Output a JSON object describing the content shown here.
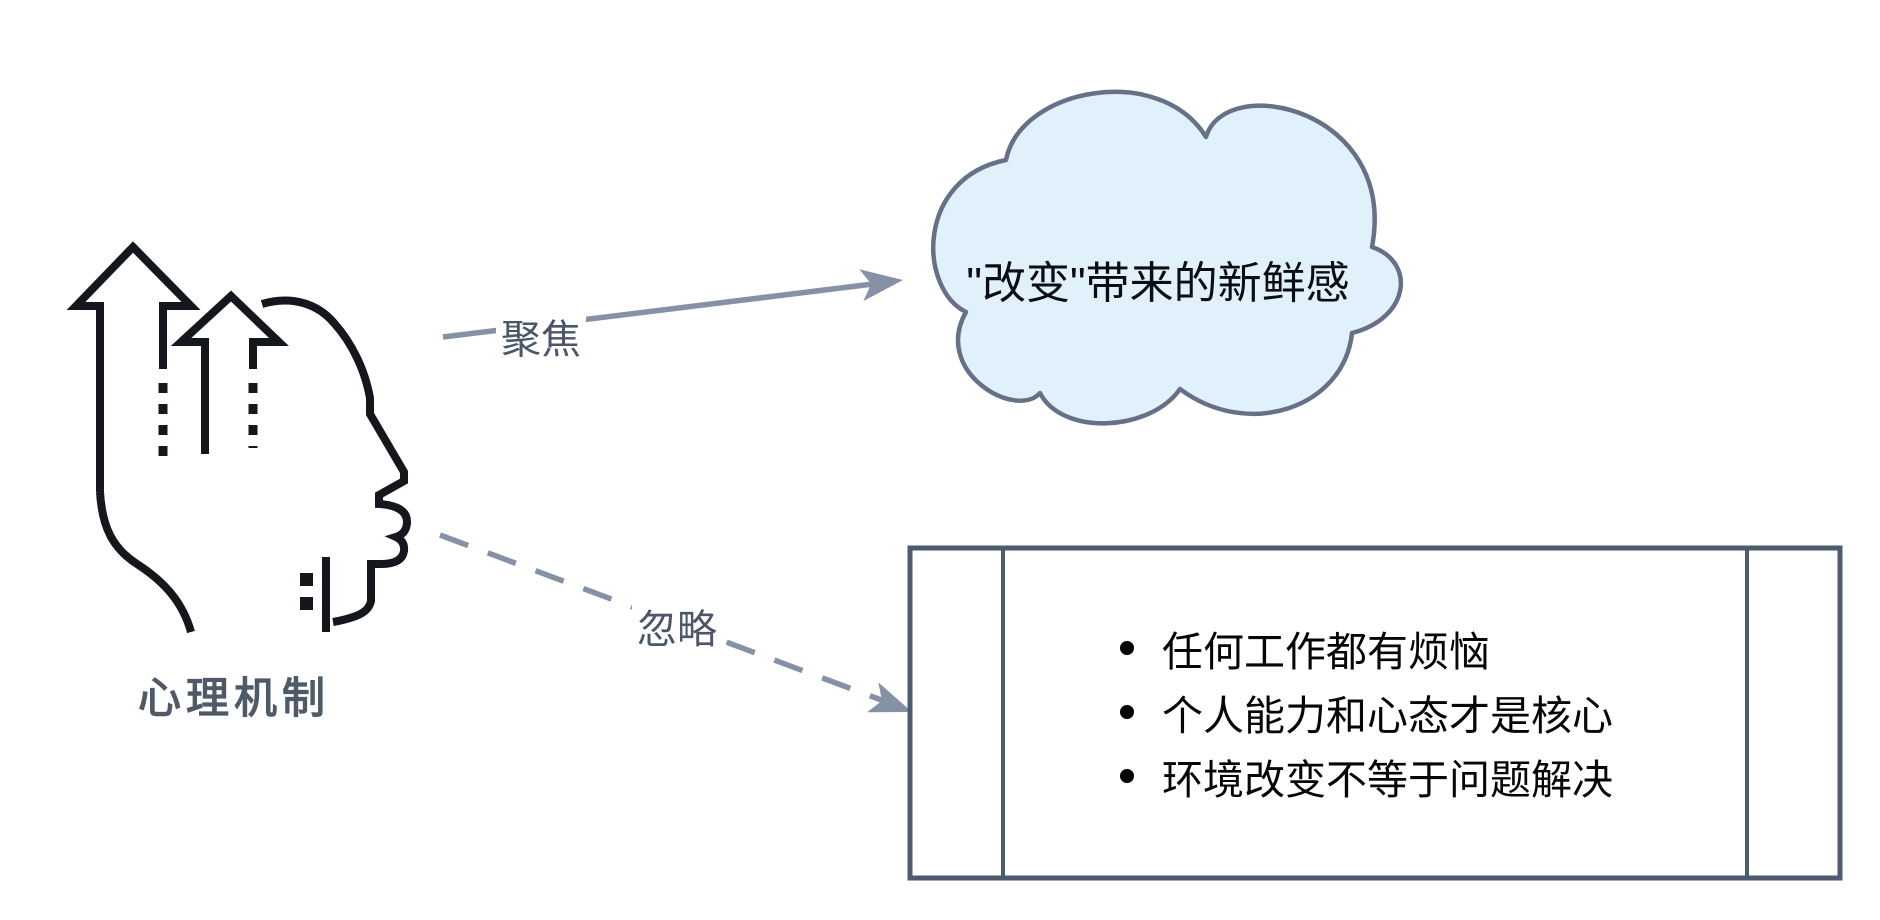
{
  "diagram": {
    "head_node": {
      "label": "心理机制",
      "icon": "head-profile-with-up-arrows"
    },
    "focus_edge": {
      "label": "聚焦",
      "style": "solid-arrow"
    },
    "ignore_edge": {
      "label": "忽略",
      "style": "dashed-arrow"
    },
    "cloud_node": {
      "label": "\"改变\"带来的新鲜感",
      "shape": "cloud"
    },
    "panel_node": {
      "shape": "predefined-process-rectangle",
      "bullets": [
        "任何工作都有烦恼",
        "个人能力和心态才是核心",
        "环境改变不等于问题解决"
      ]
    }
  },
  "colors": {
    "background": "#ffffff",
    "head_icon_stroke": "#14181d",
    "head_label_text": "#4e5a68",
    "edge_line": "#8591a5",
    "edge_label_text": "#4b5669",
    "cloud_fill": "#e1f1fc",
    "cloud_stroke": "#667187",
    "panel_fill": "#ffffff",
    "panel_stroke": "#4e5a6e",
    "body_text": "#060606"
  }
}
